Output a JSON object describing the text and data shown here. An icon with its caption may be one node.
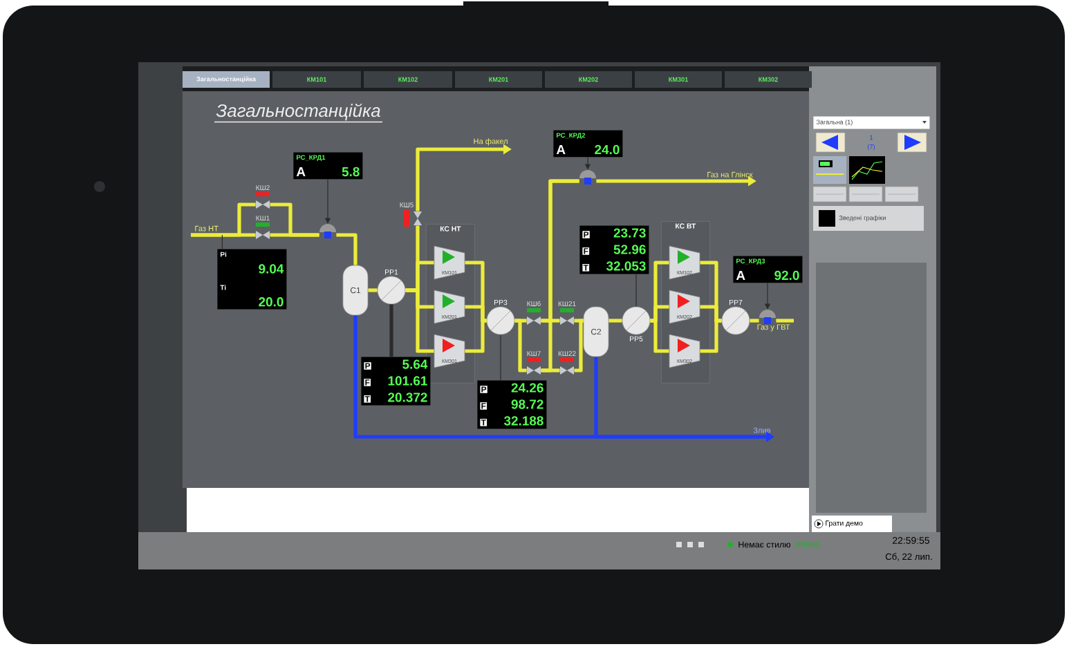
{
  "diagram": {
    "title": "Загальностанційка",
    "nodes": [
      {
        "text": [
          "КС НТ"
        ]
      },
      {
        "text": [
          "КМ101"
        ],
        "in": 0
      },
      {
        "text": [
          "КМ201"
        ],
        "in": 0
      },
      {
        "text": [
          "КМ301"
        ],
        "in": 0
      },
      {
        "text": [
          "КС ВТ"
        ]
      },
      {
        "text": [
          "КМ102"
        ],
        "in": 4
      },
      {
        "text": [
          "КМ202"
        ],
        "in": 4
      },
      {
        "text": [
          "КМ302"
        ],
        "in": 4
      },
      {
        "text": [
          "С1"
        ]
      },
      {
        "text": [
          "С2"
        ]
      },
      {
        "text": [
          "РР1"
        ]
      },
      {
        "text": [
          "РР3"
        ]
      },
      {
        "text": [
          "РР5"
        ]
      },
      {
        "text": [
          "РР7"
        ]
      },
      {
        "text": [
          "Газ НТ"
        ]
      },
      {
        "text": [
          "На факел"
        ]
      },
      {
        "text": [
          "Газ на Глінск"
        ]
      },
      {
        "text": [
          "Газ у ГВТ"
        ]
      },
      {
        "text": [
          "Злив"
        ]
      },
      {
        "text": [
          "РС_КРД1",
          "A",
          "5.8"
        ]
      },
      {
        "text": [
          "РС_КРД2",
          "A",
          "24.0"
        ]
      },
      {
        "text": [
          "РС_КРД3",
          "A",
          "92.0"
        ]
      },
      {
        "text": [
          "Pi",
          "9.04",
          "Ti",
          "20.0"
        ]
      },
      {
        "text": [
          "P",
          "5.64",
          "F",
          "101.61",
          "T",
          "20.372"
        ]
      },
      {
        "text": [
          "P",
          "24.26",
          "F",
          "98.72",
          "T",
          "32.188"
        ]
      },
      {
        "text": [
          "P",
          "23.73",
          "F",
          "52.96",
          "T",
          "32.053"
        ]
      },
      {
        "text": [
          "КШ2"
        ]
      },
      {
        "text": [
          "КШ1"
        ]
      },
      {
        "text": [
          "КШ5"
        ]
      },
      {
        "text": [
          "КШ6"
        ]
      },
      {
        "text": [
          "КШ21"
        ]
      },
      {
        "text": [
          "КШ7"
        ]
      },
      {
        "text": [
          "КШ22"
        ]
      },
      {
        "text": [],
        "shape": "valve"
      },
      {
        "text": [],
        "shape": "valve"
      },
      {
        "text": [],
        "shape": "valve"
      }
    ],
    "edges": [
      {
        "from": 14,
        "to": 27,
        "arrow": "none"
      },
      {
        "from": 27,
        "to": 33,
        "arrow": "none"
      },
      {
        "from": 14,
        "to": 26,
        "arrow": "none"
      },
      {
        "from": 26,
        "to": 33,
        "arrow": "none"
      },
      {
        "from": 33,
        "to": 8,
        "arrow": "none"
      },
      {
        "from": 8,
        "to": 10,
        "arrow": "none"
      },
      {
        "from": 10,
        "to": 1,
        "arrow": "none"
      },
      {
        "from": 10,
        "to": 2,
        "arrow": "none"
      },
      {
        "from": 10,
        "to": 3,
        "arrow": "none"
      },
      {
        "from": 10,
        "to": 28,
        "arrow": "none"
      },
      {
        "from": 28,
        "to": 15,
        "arrow": "to"
      },
      {
        "from": 1,
        "to": 11,
        "arrow": "none"
      },
      {
        "from": 2,
        "to": 11,
        "arrow": "none"
      },
      {
        "from": 3,
        "to": 11,
        "arrow": "none"
      },
      {
        "from": 11,
        "to": 29,
        "arrow": "none"
      },
      {
        "from": 29,
        "to": 30,
        "arrow": "none"
      },
      {
        "from": 30,
        "to": 9,
        "arrow": "none"
      },
      {
        "from": 11,
        "to": 31,
        "arrow": "none"
      },
      {
        "from": 31,
        "to": 32,
        "arrow": "none"
      },
      {
        "from": 32,
        "to": 9,
        "arrow": "none"
      },
      {
        "from": 29,
        "to": 34,
        "arrow": "none"
      },
      {
        "from": 31,
        "to": 34,
        "arrow": "none"
      },
      {
        "from": 34,
        "to": 16,
        "arrow": "to"
      },
      {
        "from": 9,
        "to": 12,
        "arrow": "none"
      },
      {
        "from": 12,
        "to": 5,
        "arrow": "none"
      },
      {
        "from": 12,
        "to": 6,
        "arrow": "none"
      },
      {
        "from": 12,
        "to": 7,
        "arrow": "none"
      },
      {
        "from": 5,
        "to": 13,
        "arrow": "none"
      },
      {
        "from": 6,
        "to": 13,
        "arrow": "none"
      },
      {
        "from": 7,
        "to": 13,
        "arrow": "none"
      },
      {
        "from": 13,
        "to": 35,
        "arrow": "none"
      },
      {
        "from": 35,
        "to": 17,
        "arrow": "none"
      },
      {
        "from": 8,
        "to": 18,
        "arrow": "to",
        "color": "#1f3cff"
      },
      {
        "from": 9,
        "to": 18,
        "arrow": "to",
        "color": "#1f3cff"
      },
      {
        "from": 10,
        "to": 23,
        "arrow": "none",
        "color": "#2b2b2b"
      },
      {
        "from": 24,
        "to": 11,
        "arrow": "none",
        "color": "#2b2b2b"
      },
      {
        "from": 25,
        "to": 12,
        "arrow": "none",
        "color": "#2b2b2b"
      },
      {
        "from": 22,
        "to": 14,
        "arrow": "none",
        "color": "#2b2b2b"
      },
      {
        "from": 19,
        "to": 33,
        "arrow": "to",
        "color": "#2b2b2b"
      },
      {
        "from": 20,
        "to": 34,
        "arrow": "to",
        "color": "#2b2b2b"
      },
      {
        "from": 21,
        "to": 35,
        "arrow": "to",
        "color": "#2b2b2b"
      }
    ],
    "labels": [
      "Загальностанційка",
      "КМ101",
      "КМ102",
      "КМ201",
      "КМ202",
      "КМ301",
      "КМ302",
      "Загальна (1)",
      "1",
      "(7)",
      "Зведені графіки",
      "Грати демо",
      "Немає стилю",
      "roman",
      "22:59:55",
      "Сб, 22 лип."
    ]
  }
}
